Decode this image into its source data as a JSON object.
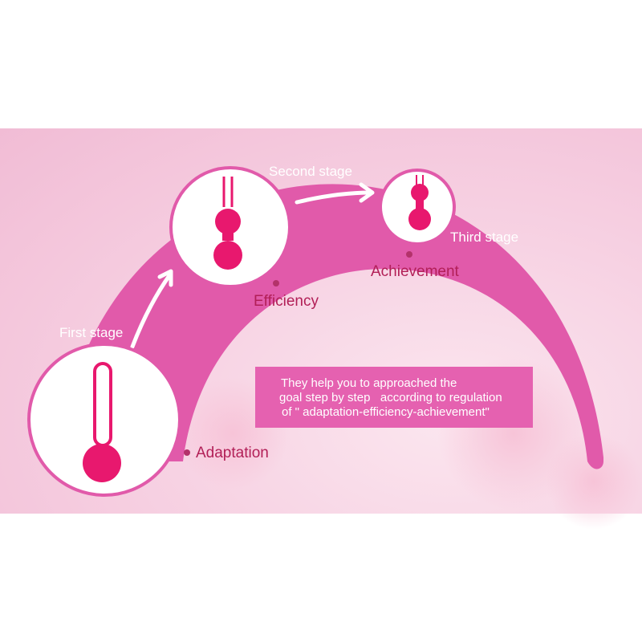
{
  "stages": {
    "first_label": "First stage",
    "second_label": "Second stage",
    "third_label": "Third stage"
  },
  "phases": {
    "adaptation": "Adaptation",
    "efficiency": "Efficiency",
    "achievement": "Achievement"
  },
  "callout": {
    "line1": "They help you to approached the",
    "line2": "goal step by step   according to regulation",
    "line3": "of \" adaptation-efficiency-achievement\""
  },
  "colors": {
    "arch": "#e15aaa",
    "product": "#e8186e",
    "phase_text": "#b21f57",
    "callout_bg": "#e561b0"
  },
  "icons": [
    "single-ball-icon",
    "double-ball-icon",
    "small-double-ball-icon",
    "arrow-icon"
  ]
}
